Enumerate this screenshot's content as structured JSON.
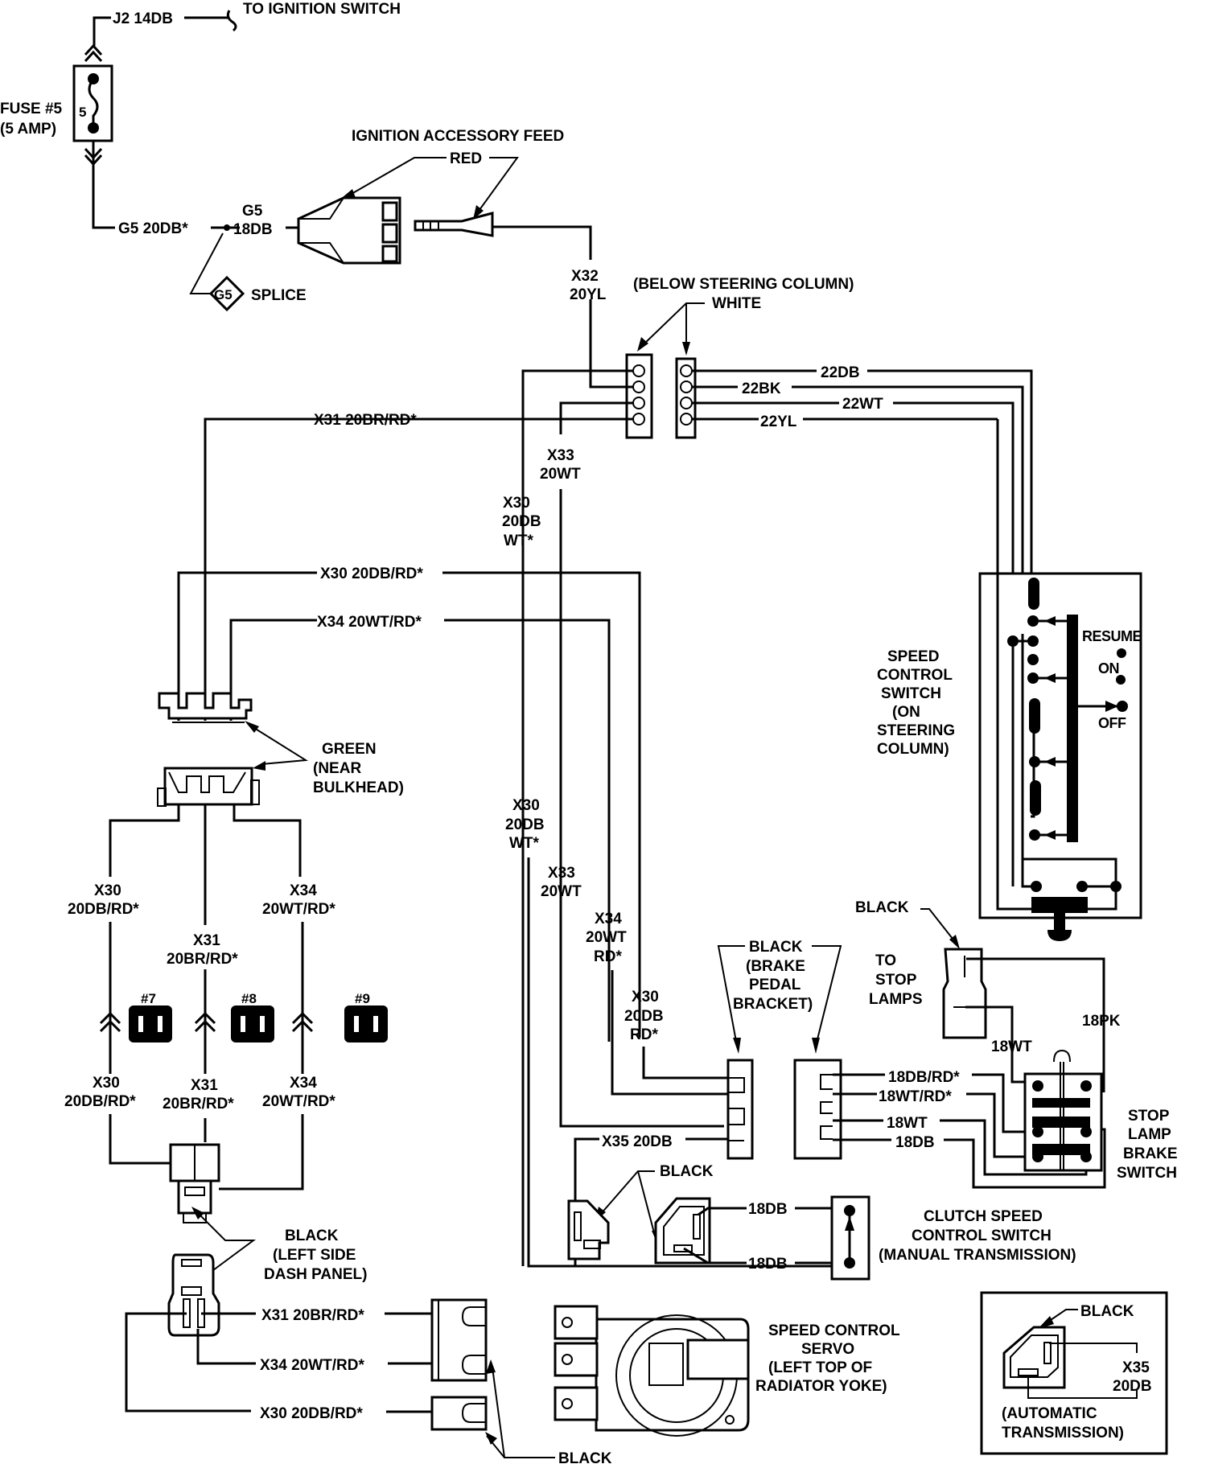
{
  "diagram": {
    "title": "Speed Control Wiring Diagram",
    "colors": {
      "ink": "#000000",
      "paper": "#ffffff"
    },
    "top": {
      "j2_wire": "J2 14DB",
      "to_ignition_switch": "TO IGNITION SWITCH",
      "fuse_label_1": "FUSE #5",
      "fuse_label_2": "(5 AMP)",
      "fuse_number": "5",
      "g5_wire": "G5 20DB*",
      "g5_conn_1": "G5",
      "g5_conn_2": "18DB",
      "splice_id": "G5",
      "splice_label": "SPLICE",
      "ignition_feed": "IGNITION ACCESSORY FEED",
      "red": "RED",
      "x32_1": "X32",
      "x32_2": "20YL"
    },
    "steering_connectors": {
      "below_label": "(BELOW STEERING  COLUMN)",
      "white": "WHITE",
      "wires": [
        "22DB",
        "22BK",
        "22WT",
        "22YL"
      ]
    },
    "harness_labels": {
      "x31_top": "X31 20BR/RD*",
      "x33_1": "X33",
      "x33_2": "20WT",
      "x30_mid_1": "X30",
      "x30_mid_2": "20DB",
      "x30_mid_3": "WT*",
      "x30_h": "X30 20DB/RD*",
      "x34_h": "X34 20WT/RD*"
    },
    "speed_control_switch": {
      "label": [
        "SPEED",
        "CONTROL",
        "SWITCH",
        "(ON",
        "STEERING",
        "COLUMN)"
      ],
      "resume": "RESUME",
      "on": "ON",
      "off": "OFF"
    },
    "green_connector": {
      "label": [
        "GREEN",
        "(NEAR",
        "BULKHEAD)"
      ]
    },
    "left_branch": {
      "x30_a": [
        "X30",
        "20DB/RD*"
      ],
      "x31_a": [
        "X31",
        "20BR/RD*"
      ],
      "x34_a": [
        "X34",
        "20WT/RD*"
      ],
      "x30_b": [
        "X30",
        "20DB/RD*"
      ],
      "x31_b": [
        "X31",
        "20BR/RD*"
      ],
      "x34_b": [
        "X34",
        "20WT/RD*"
      ],
      "fuses": [
        "#7",
        "#8",
        "#9"
      ]
    },
    "center_column": {
      "x30_c": [
        "X30",
        "20DB",
        "WT*"
      ],
      "x33_c": [
        "X33",
        "20WT"
      ],
      "x34_c": [
        "X34",
        "20WT",
        "RD*"
      ],
      "x30_d": [
        "X30",
        "20DB",
        "RD*"
      ]
    },
    "brake_bracket": {
      "label": [
        "BLACK",
        "(BRAKE",
        "PEDAL",
        "BRACKET)"
      ],
      "wires": [
        "18DB/RD*",
        "18WT/RD*",
        "18WT",
        "18DB"
      ]
    },
    "stop_lamp": {
      "black": "BLACK",
      "to_stop": [
        "TO",
        "STOP",
        "LAMPS"
      ],
      "wt": "18WT",
      "pk": "18PK",
      "switch_label": [
        "STOP",
        "LAMP",
        "BRAKE",
        "SWITCH"
      ]
    },
    "clutch": {
      "x35": "X35 20DB",
      "black": "BLACK",
      "wire1": "18DB",
      "wire2": "18DB",
      "label": [
        "CLUTCH SPEED",
        "CONTROL SWITCH",
        "(MANUAL TRANSMISSION)"
      ]
    },
    "dash_panel": {
      "label": [
        "BLACK",
        "(LEFT SIDE",
        "DASH PANEL)"
      ],
      "x31": "X31 20BR/RD*",
      "x34": "X34 20WT/RD*",
      "x30": "X30 20DB/RD*",
      "black_bottom": "BLACK"
    },
    "servo": {
      "label": [
        "SPEED CONTROL",
        "SERVO",
        "(LEFT TOP OF",
        "RADIATOR YOKE)"
      ]
    },
    "auto_inset": {
      "black": "BLACK",
      "x35": [
        "X35",
        "20DB"
      ],
      "label": [
        "(AUTOMATIC",
        "TRANSMISSION)"
      ]
    }
  }
}
